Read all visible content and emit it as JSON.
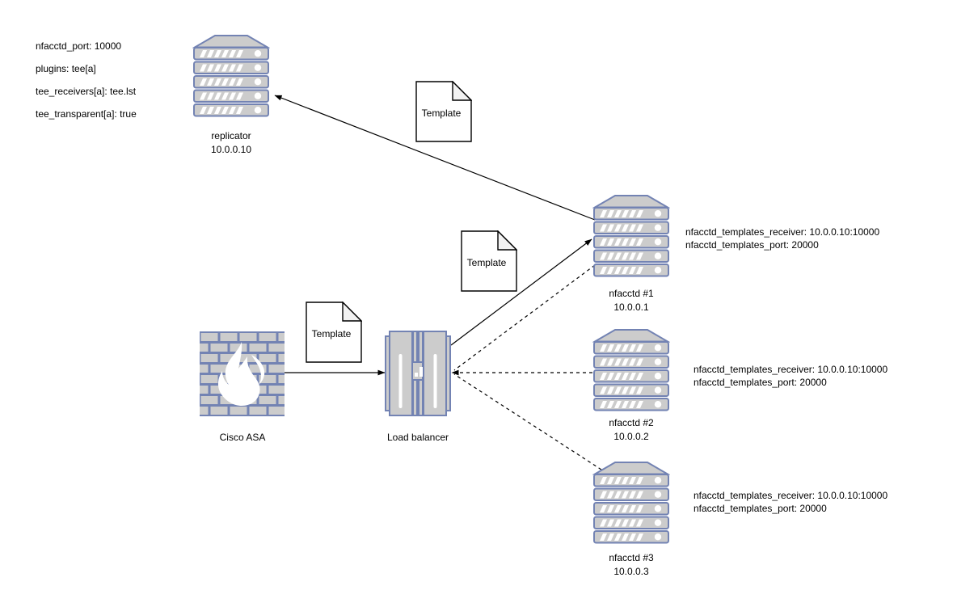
{
  "colors": {
    "node-stroke": "#7383b3",
    "node-fill": "#cccccc",
    "connector": "#000000",
    "canvas-bg": "#ffffff"
  },
  "config_block": {
    "lines": [
      "nfacctd_port: 10000",
      "plugins: tee[a]",
      "tee_receivers[a]: tee.lst",
      "tee_transparent[a]: true"
    ]
  },
  "doc_label": "Template",
  "nodes": {
    "replicator": {
      "name": "replicator",
      "ip": "10.0.0.10"
    },
    "cisco_asa": {
      "name": "Cisco ASA"
    },
    "load_balancer": {
      "name": "Load balancer"
    },
    "nfacctd1": {
      "name": "nfacctd #1",
      "ip": "10.0.0.1"
    },
    "nfacctd2": {
      "name": "nfacctd #2",
      "ip": "10.0.0.2"
    },
    "nfacctd3": {
      "name": "nfacctd #3",
      "ip": "10.0.0.3"
    }
  },
  "annotations": {
    "nfacctd1": [
      "nfacctd_templates_receiver: 10.0.0.10:10000",
      "nfacctd_templates_port: 20000"
    ],
    "nfacctd2": [
      "nfacctd_templates_receiver: 10.0.0.10:10000",
      "nfacctd_templates_port: 20000"
    ],
    "nfacctd3": [
      "nfacctd_templates_receiver: 10.0.0.10:10000",
      "nfacctd_templates_port: 20000"
    ]
  }
}
